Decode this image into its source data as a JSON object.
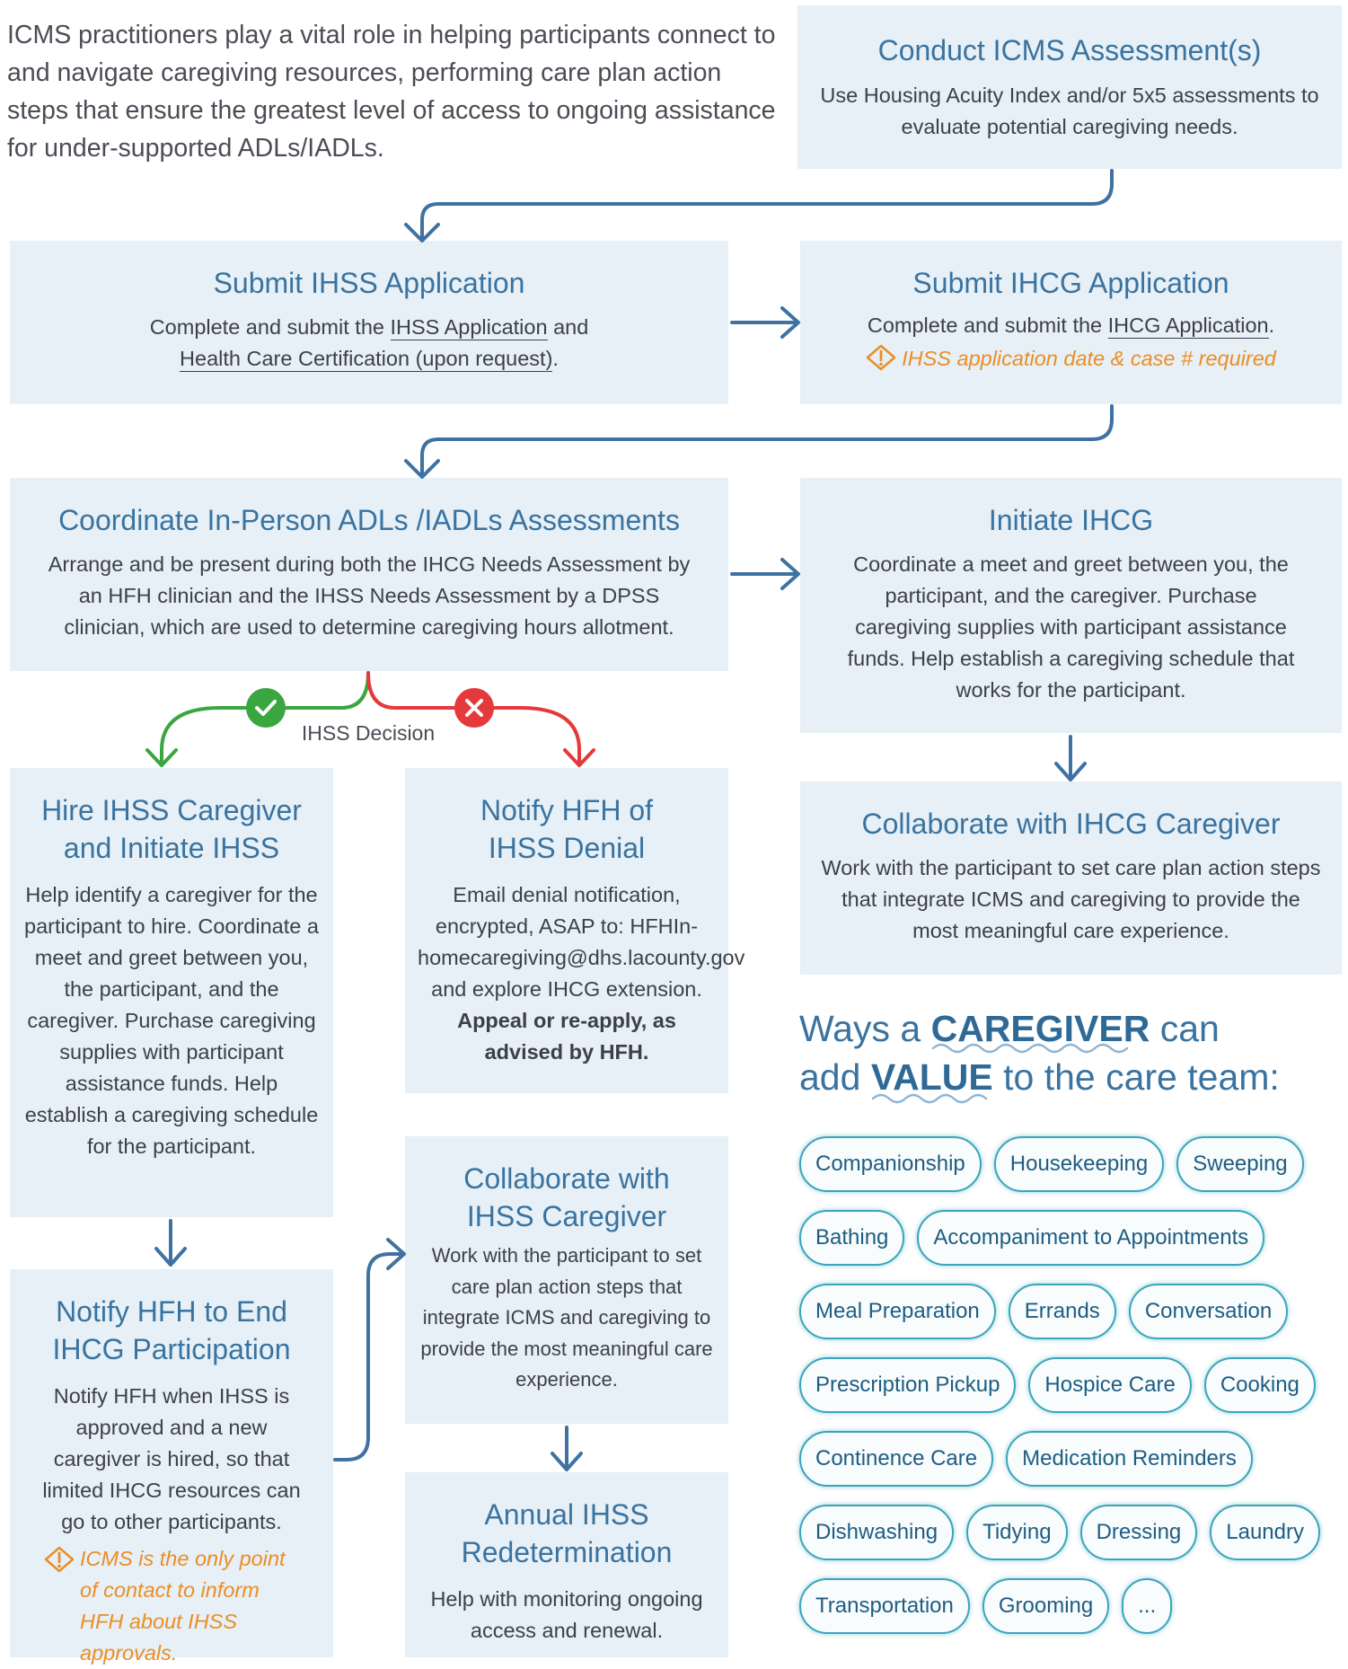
{
  "intro": "ICMS practitioners play a vital role in helping participants connect to and navigate caregiving resources, performing care plan action steps that ensure the greatest level of access to ongoing assistance for under-supported ADLs/IADLs.",
  "conduct": {
    "title": "Conduct ICMS Assessment(s)",
    "body": "Use Housing Acuity Index and/or 5x5 assessments to evaluate potential caregiving needs."
  },
  "ihss_app": {
    "title": "Submit IHSS Application",
    "body_pre": "Complete and submit the ",
    "link1": "IHSS Application",
    "body_mid": " and",
    "link2": "Health Care Certification (upon request)",
    "body_post": "."
  },
  "ihcg_app": {
    "title": "Submit IHCG Application",
    "body_pre": "Complete and submit the ",
    "link1": "IHCG Application",
    "body_post": ".",
    "warning": "IHSS application date & case # required"
  },
  "coordinate": {
    "title": "Coordinate In-Person ADLs /IADLs Assessments",
    "body": "Arrange and be present during both the IHCG Needs Assessment by an HFH clinician and the IHSS Needs Assessment by a DPSS clinician, which are used to determine caregiving hours allotment."
  },
  "initiate": {
    "title": "Initiate IHCG",
    "body": "Coordinate a meet and greet between you, the participant, and the caregiver. Purchase caregiving supplies with participant assistance funds. Help establish a caregiving schedule that works for the participant."
  },
  "decision_label": "IHSS Decision",
  "hire": {
    "title": "Hire IHSS Caregiver and Initiate IHSS",
    "body": "Help identify a caregiver for the participant to hire. Coordinate a meet and greet between you, the participant, and the caregiver. Purchase caregiving supplies with participant assistance funds. Help establish a caregiving schedule for the participant."
  },
  "denial": {
    "title": "Notify HFH of IHSS Denial",
    "body": "Email denial notification, encrypted, ASAP to: HFHIn-homecaregiving@dhs.lacounty.gov and explore IHCG extension. ",
    "body_strong": "Appeal or re-apply, as advised by HFH."
  },
  "collab_ihcg": {
    "title": "Collaborate with IHCG Caregiver",
    "body": "Work with the participant to set care plan action steps that integrate ICMS and caregiving to provide the most meaningful care experience."
  },
  "collab_ihss": {
    "title": "Collaborate with IHSS Caregiver",
    "body": "Work with the participant to set care plan action steps that integrate ICMS and caregiving to provide the most meaningful care experience."
  },
  "end_ihcg": {
    "title": "Notify HFH to End IHCG Participation",
    "body": "Notify HFH when IHSS is approved and a new caregiver is hired, so that limited IHCG resources can go to other participants.",
    "warning": "ICMS is the only point of contact to inform HFH about IHSS approvals."
  },
  "annual": {
    "title": "Annual IHSS Redetermination",
    "body": "Help with monitoring ongoing access and renewal."
  },
  "ways": {
    "line1_pre": "Ways a ",
    "line1_em": "CAREGIVER",
    "line1_post": " can",
    "line2_pre": "add ",
    "line2_em": "VALUE",
    "line2_post": " to the care team:"
  },
  "chips": [
    [
      "Companionship",
      "Housekeeping",
      "Sweeping"
    ],
    [
      "Bathing",
      "Accompaniment to Appointments"
    ],
    [
      "Meal Preparation",
      "Errands",
      "Conversation"
    ],
    [
      "Prescription Pickup",
      "Hospice Care",
      "Cooking"
    ],
    [
      "Continence Care",
      "Medication Reminders"
    ],
    [
      "Dishwashing",
      "Tidying",
      "Dressing",
      "Laundry"
    ],
    [
      "Transportation",
      "Grooming",
      "..."
    ]
  ],
  "colors": {
    "box_bg": "#e6f0f6",
    "title": "#3a73a0",
    "arrow": "#3f72a2",
    "approve": "#3aa640",
    "deny": "#e5393c",
    "warning": "#ec8d25",
    "chip_border": "#3aa5bb"
  }
}
